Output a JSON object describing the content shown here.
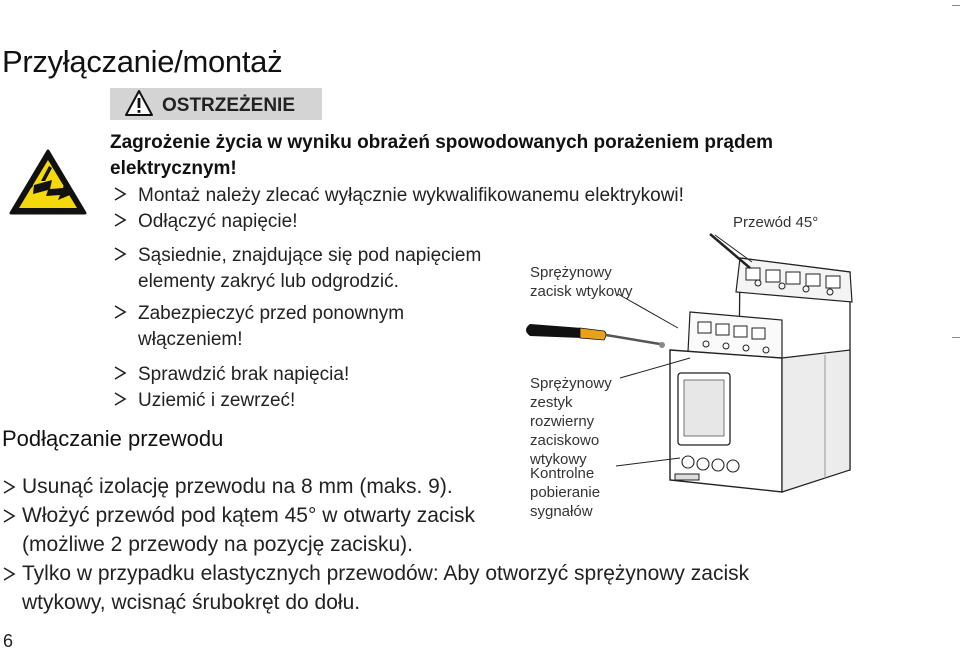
{
  "title": "Przyłączanie/montaż",
  "warning": {
    "label": "OSTRZEŻENIE",
    "danger_text": "Zagrożenie życia w wyniku obrażeń spowodowanych porażeniem prądem elektrycznym!",
    "steps": [
      "Montaż należy zlecać wyłącznie wykwalifikowanemu elektrykowi!",
      "Odłączyć napięcie!",
      "Sąsiednie, znajdujące się pod napięciem elementy zakryć lub odgrodzić.",
      "Zabezpieczyć przed ponownym włączeniem!",
      "Sprawdzić brak napięcia!",
      "Uziemić i zewrzeć!"
    ]
  },
  "section_title": "Podłączanie przewodu",
  "instructions": [
    "Usunąć izolację przewodu na 8 mm (maks. 9).",
    "Włożyć przewód pod kątem 45° w otwarty zacisk (możliwe 2 przewody na pozycję zacisku).",
    "Tylko w przypadku elastycznych przewodów: Aby otworzyć sprężynowy zacisk wtykowy, wcisnąć śrubokręt do dołu."
  ],
  "diagram_labels": {
    "wire": "Przewód 45°",
    "spring_clamp": "Sprężynowy zacisk wtykowy",
    "spring_contact": "Sprężynowy zestyk rozwierny zaciskowo wtykowy",
    "signal_lights": "Kontrolne pobieranie sygnałów"
  },
  "page_number": "6",
  "colors": {
    "warning_yellow": "#f5d90a",
    "warning_box": "#d4d4d4",
    "screwdriver_handle": "#e8a21a"
  }
}
